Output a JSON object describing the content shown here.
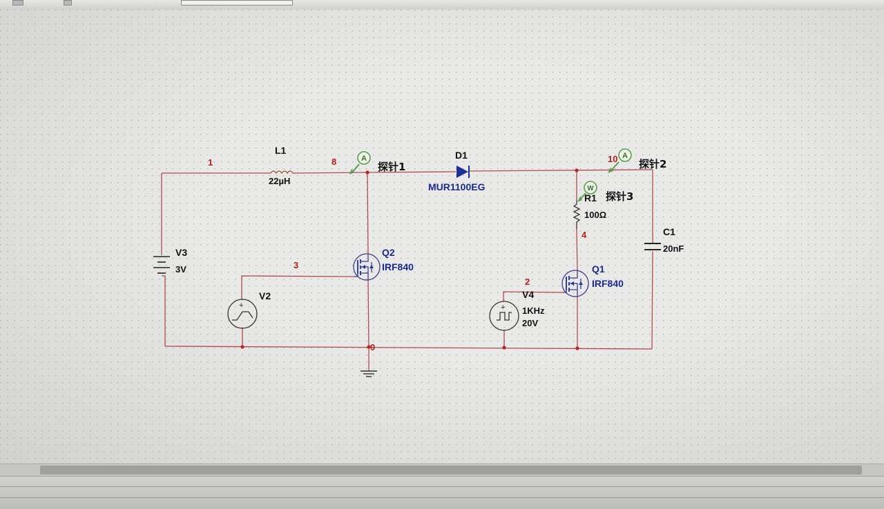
{
  "nodes": [
    "1",
    "8",
    "10",
    "3",
    "4",
    "2",
    "0"
  ],
  "components": {
    "L1": {
      "ref": "L1",
      "value": "22µH"
    },
    "D1": {
      "ref": "D1",
      "value": "MUR1100EG"
    },
    "R1": {
      "ref": "R1",
      "value": "100Ω"
    },
    "C1": {
      "ref": "C1",
      "value": "20nF"
    },
    "V3": {
      "ref": "V3",
      "value": "3V"
    },
    "V2": {
      "ref": "V2"
    },
    "V4": {
      "ref": "V4",
      "freq": "1KHz",
      "amp": "20V"
    },
    "Q1": {
      "ref": "Q1",
      "model": "IRF840"
    },
    "Q2": {
      "ref": "Q2",
      "model": "IRF840"
    }
  },
  "probes": [
    {
      "name": "探针1",
      "badge": "A"
    },
    {
      "name": "探针2",
      "badge": "A"
    },
    {
      "name": "探针3",
      "badge": "W"
    }
  ],
  "colors": {
    "wire": "#b24a4a",
    "net_label": "#b41e1e",
    "part_blue": "#1a2a8c",
    "probe": "#5e9a4e"
  }
}
